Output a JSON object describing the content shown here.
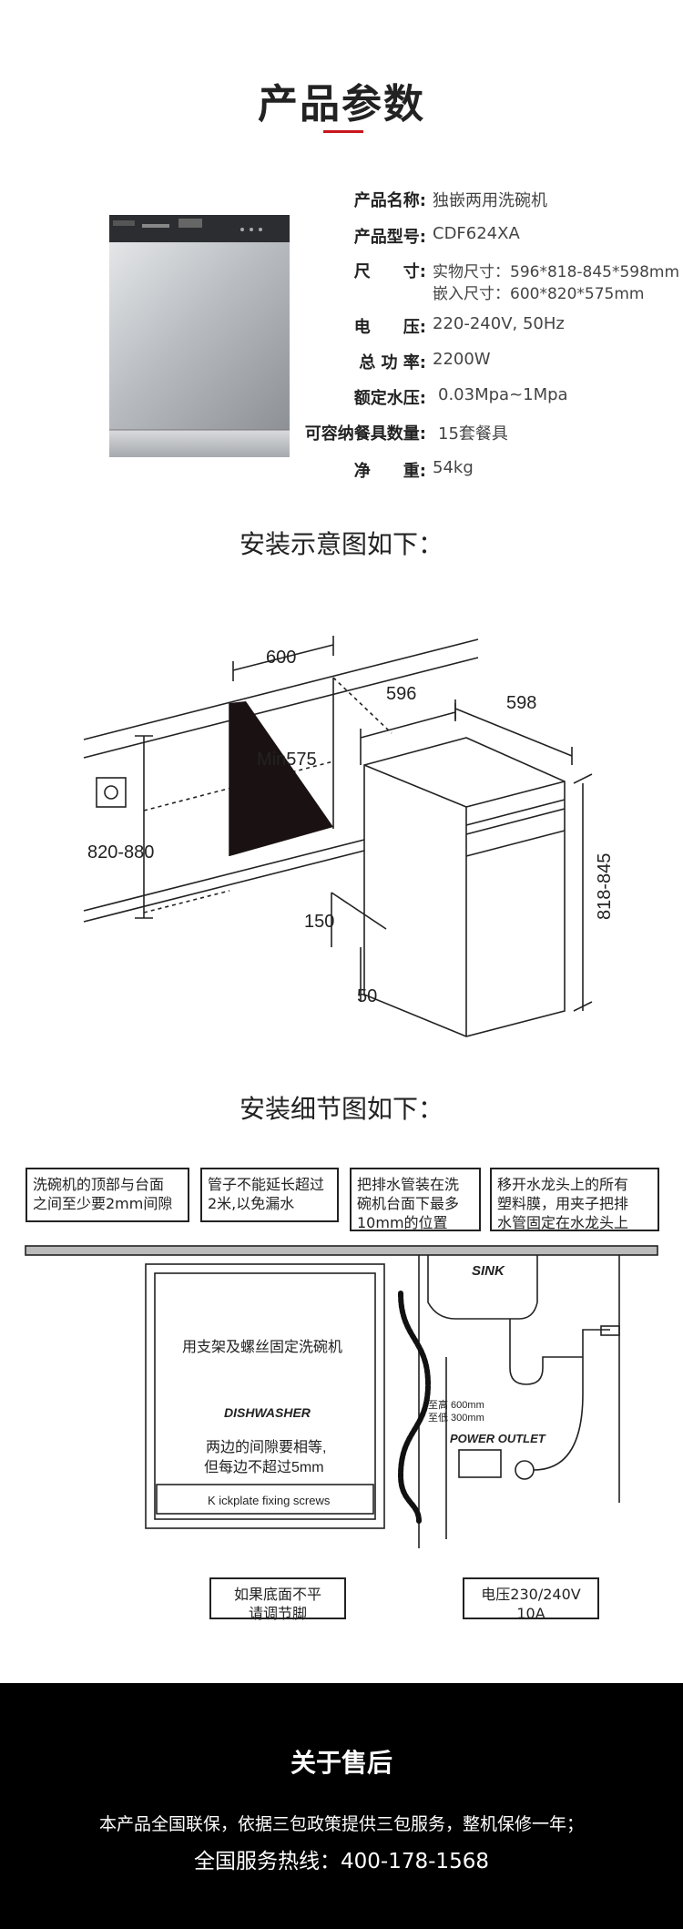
{
  "header": {
    "title": "产品参数"
  },
  "specs": [
    {
      "label": "产品名称:",
      "value": "独嵌两用洗碗机"
    },
    {
      "label": "产品型号:",
      "value": "CDF624XA"
    },
    {
      "label": "尺　　寸:",
      "value": "实物尺寸：596*818-845*598mm",
      "value2": "嵌入尺寸：600*820*575mm"
    },
    {
      "label": "电　　压:",
      "value": "220-240V, 50Hz"
    },
    {
      "label": "总 功 率:",
      "value": "2200W"
    },
    {
      "label": "额定水压:",
      "value": "0.03Mpa~1Mpa"
    },
    {
      "label": "可容纳餐具数量:",
      "value": "15套餐具"
    },
    {
      "label": "净　　重:",
      "value": "54kg"
    }
  ],
  "install": {
    "title": "安装示意图如下：",
    "dims": {
      "width_cutout": "600",
      "min_depth": "Min575",
      "height_range": "820-880",
      "unit_width": "596",
      "unit_depth": "598",
      "unit_height": "818-845",
      "gap150": "150",
      "gap50": "50"
    }
  },
  "detail": {
    "title": "安装细节图如下：",
    "callouts": {
      "c1": [
        "洗碗机的顶部与台面",
        "之间至少要2mm间隙"
      ],
      "c2": [
        "管子不能延长超过",
        "2米,以免漏水"
      ],
      "c3": [
        "把排水管装在洗",
        "碗机台面下最多",
        "10mm的位置"
      ],
      "c4": [
        "移开水龙头上的所有",
        "塑料膜，用夹子把排",
        "水管固定在水龙头上"
      ],
      "c5": [
        "如果底面不平",
        "请调节脚"
      ],
      "c6": [
        "电压230/240V",
        "10A"
      ]
    },
    "labels": {
      "sink": "SINK",
      "bracket": "用支架及螺丝固定洗碗机",
      "dishwasher": "DISHWASHER",
      "gap_equal_1": "两边的间隙要相等,",
      "gap_equal_2": "但每边不超过5mm",
      "kickplate": "K ickplate fixing screws",
      "max_height": "至高 600mm",
      "min_height": "至低 300mm",
      "power_outlet": "POWER OUTLET"
    }
  },
  "footer": {
    "title": "关于售后",
    "line1": "本产品全国联保，依据三包政策提供三包服务，整机保修一年；",
    "hotline_label": "全国服务热线：",
    "hotline": "400-178-1568"
  },
  "colors": {
    "accent": "#c8161d",
    "footer_bg": "#000000"
  }
}
